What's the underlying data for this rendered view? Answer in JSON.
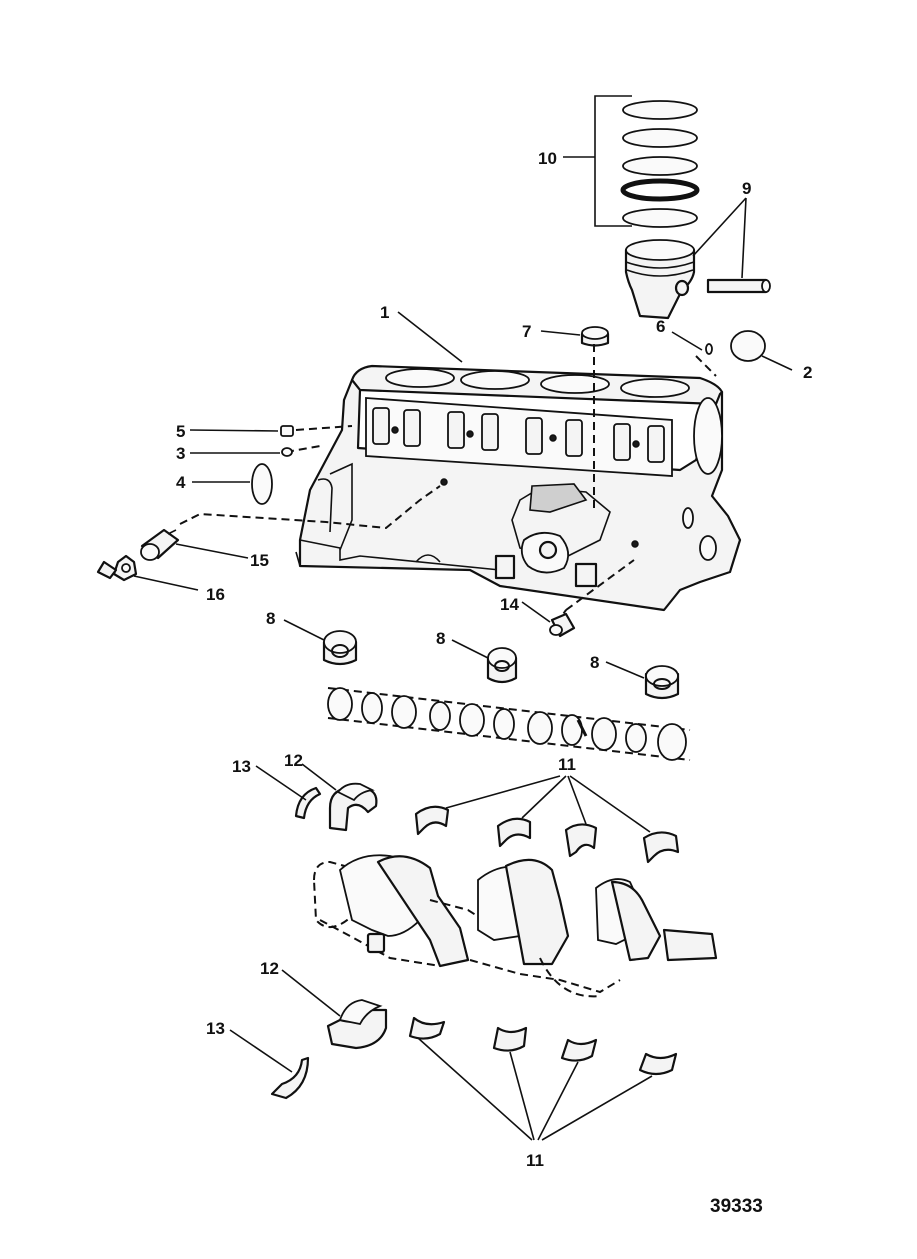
{
  "callouts": {
    "c1": "1",
    "c2": "2",
    "c3": "3",
    "c4": "4",
    "c5": "5",
    "c6": "6",
    "c7": "7",
    "c8a": "8",
    "c8b": "8",
    "c8c": "8",
    "c9": "9",
    "c10": "10",
    "c11_upper": "11",
    "c11_lower": "11",
    "c12_upper": "12",
    "c12_lower": "12",
    "c13_upper": "13",
    "c13_lower": "13",
    "c14": "14",
    "c15": "15",
    "c16": "16"
  },
  "figure_number": "39333"
}
